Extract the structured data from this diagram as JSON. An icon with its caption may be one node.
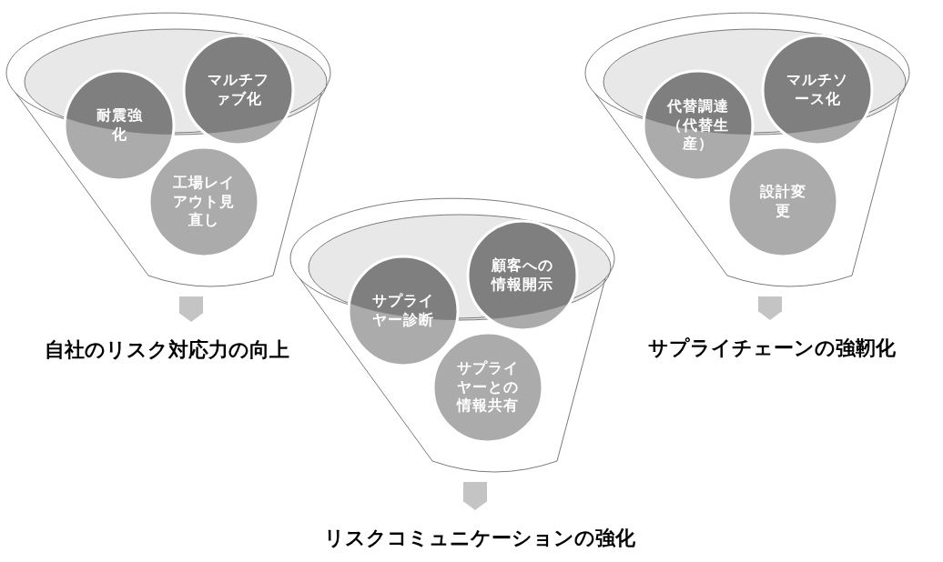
{
  "diagram": {
    "nodes": [
      {
        "text": [],
        "shape": "funnel"
      },
      {
        "text": [
          "耐震強化"
        ],
        "in": 0
      },
      {
        "text": [
          "マルチファブ化"
        ],
        "in": 0
      },
      {
        "text": [
          "工場レイアウト見直し"
        ],
        "in": 0
      },
      {
        "text": [
          "自社のリスク対応力の向上"
        ]
      },
      {
        "text": [],
        "shape": "funnel"
      },
      {
        "text": [
          "サプライヤー診断"
        ],
        "in": 5
      },
      {
        "text": [
          "顧客への情報開示"
        ],
        "in": 5
      },
      {
        "text": [
          "サプライヤーとの情報共有"
        ],
        "in": 5
      },
      {
        "text": [
          "リスクコミュニケーションの強化"
        ]
      },
      {
        "text": [],
        "shape": "funnel"
      },
      {
        "text": [
          "代替調達（代替生産）"
        ],
        "in": 10
      },
      {
        "text": [
          "マルチソース化"
        ],
        "in": 10
      },
      {
        "text": [
          "設計変更"
        ],
        "in": 10
      },
      {
        "text": [
          "サプライチェーンの強靭化"
        ]
      }
    ],
    "edges": [
      {
        "from": 0,
        "to": 4,
        "arrow": "to"
      },
      {
        "from": 5,
        "to": 9,
        "arrow": "to"
      },
      {
        "from": 10,
        "to": 14,
        "arrow": "to"
      }
    ]
  }
}
